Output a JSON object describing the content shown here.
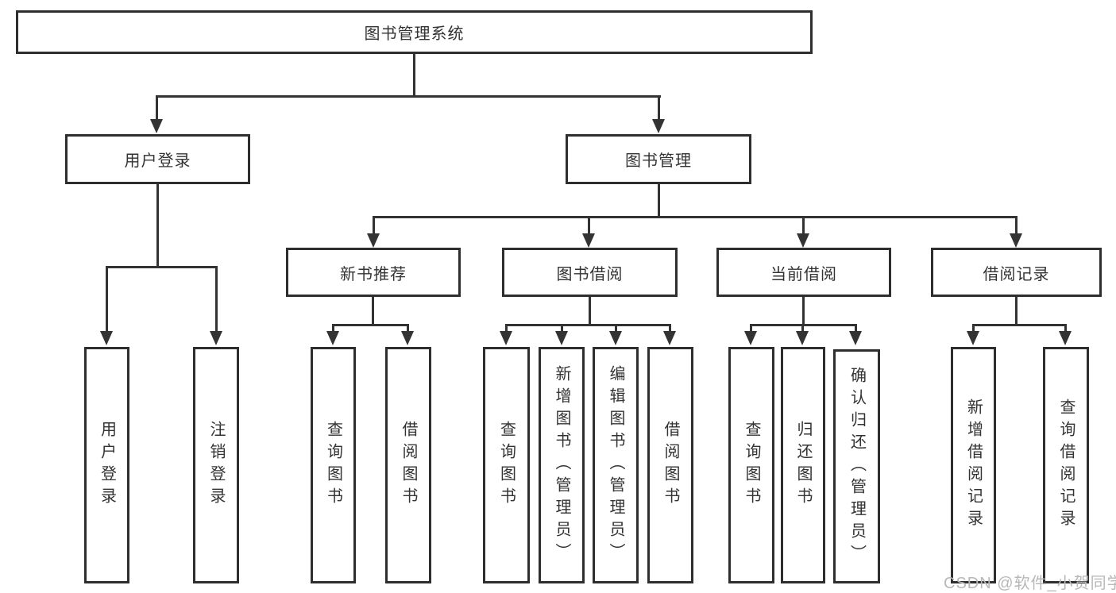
{
  "diagram": {
    "root_label": "图书管理系统",
    "level2": [
      {
        "label": "用户登录"
      },
      {
        "label": "图书管理"
      }
    ],
    "level3": [
      {
        "label": "新书推荐"
      },
      {
        "label": "图书借阅"
      },
      {
        "label": "当前借阅"
      },
      {
        "label": "借阅记录"
      }
    ],
    "leaves": {
      "login": [
        {
          "label": "用户登录"
        },
        {
          "label": "注销登录"
        }
      ],
      "new_books": [
        {
          "label": "查询图书"
        },
        {
          "label": "借阅图书"
        }
      ],
      "borrowing": [
        {
          "label": "查询图书"
        },
        {
          "label": "新增图书（管理员）"
        },
        {
          "label": "编辑图书（管理员）"
        },
        {
          "label": "借阅图书"
        }
      ],
      "current": [
        {
          "label": "查询图书"
        },
        {
          "label": "归还图书"
        },
        {
          "label": "确认归还（管理员）"
        }
      ],
      "records": [
        {
          "label": "新增借阅记录"
        },
        {
          "label": "查询借阅记录"
        }
      ]
    },
    "watermark": "CSDN @软件_小贺同学",
    "colors": {
      "line": "#333333",
      "border": "#2e2e2e",
      "text": "#333333",
      "watermark": "#b8b8b8",
      "background": "#ffffff"
    }
  }
}
